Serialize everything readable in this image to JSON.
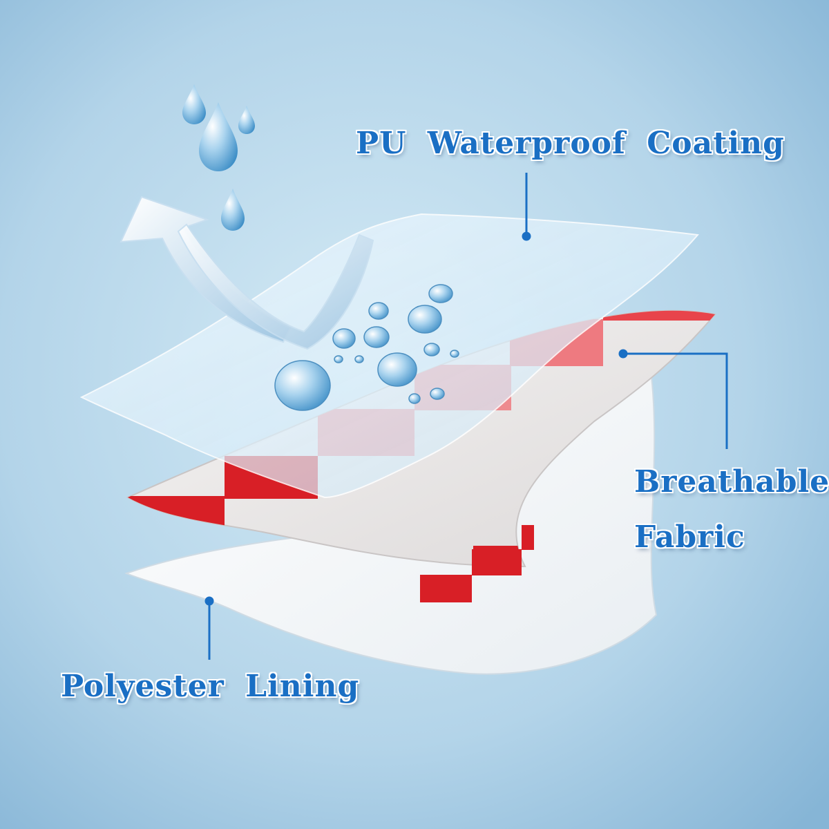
{
  "labels": {
    "coating": "PU Waterproof Coating",
    "breathable_line1": "Breathable",
    "breathable_line2": "Fabric",
    "lining": "Polyester Lining"
  },
  "colors": {
    "background_center": "#c9e3f1",
    "background_edge": "#8fbbd9",
    "label_text": "#1a6fc4",
    "callout_line": "#1a6fc4",
    "pattern_red": "#d81f26",
    "pattern_light_red": "#ee7a80",
    "fabric_white": "#f1efef",
    "film_blue": "#dff0fb"
  },
  "icons": [
    "water-drop-icon",
    "up-arrow-icon",
    "down-arrow-icon",
    "water-bead-icon"
  ]
}
